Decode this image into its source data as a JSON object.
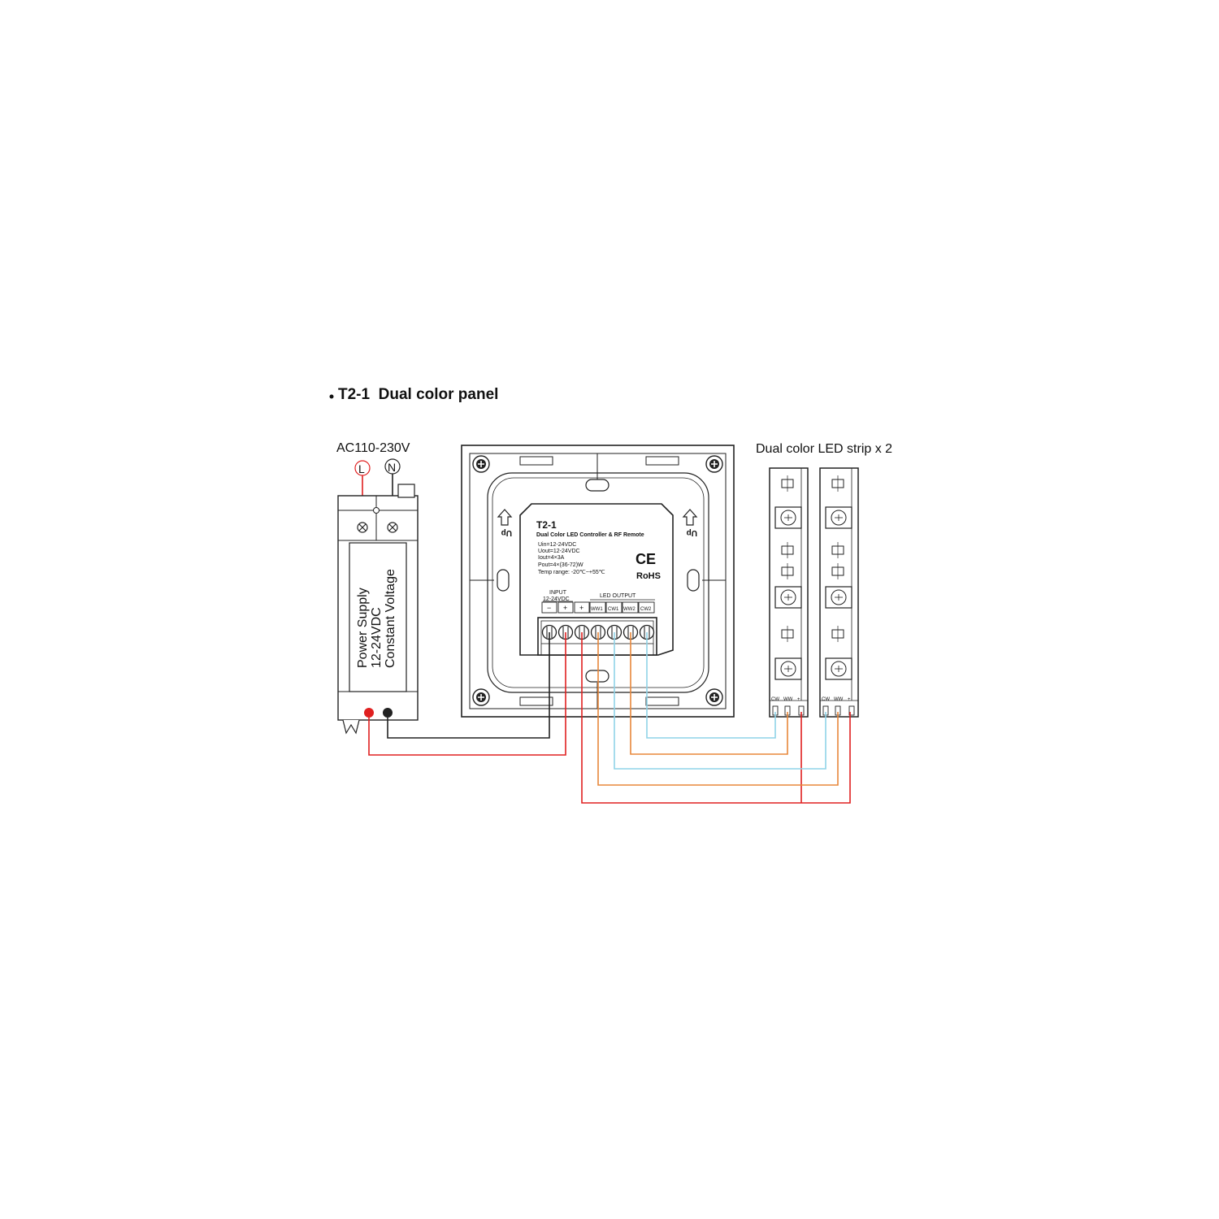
{
  "title": "T2-1  Dual color panel",
  "ac_label": "AC110-230V",
  "ac_terminals": {
    "live": "L",
    "neutral": "N"
  },
  "power_supply": {
    "line1": "Power Supply",
    "line2": "12-24VDC",
    "line3": "Constant Voltage"
  },
  "controller": {
    "model": "T2-1",
    "subtitle": "Dual Color LED Controller & RF Remote",
    "specs": [
      "Uin=12-24VDC",
      "Uout=12-24VDC",
      "Iout=4×3A",
      "Pout=4×(36-72)W",
      "Temp range: -20℃~+55℃"
    ],
    "ce": "CE",
    "rohs": "RoHS",
    "input_label": "INPUT",
    "input_voltage": "12-24VDC",
    "output_label": "LED OUTPUT",
    "terminals": [
      "−",
      "+",
      "+",
      "WW1",
      "CW1",
      "WW2",
      "CW2"
    ],
    "up_mark": "Up"
  },
  "strip_label": "Dual color LED strip x 2",
  "strip_pins": [
    "CW",
    "WW",
    "+"
  ],
  "wire_colors": {
    "red": "#e02020",
    "black": "#222222",
    "orange": "#e8873a",
    "blue": "#8fd3e8"
  }
}
